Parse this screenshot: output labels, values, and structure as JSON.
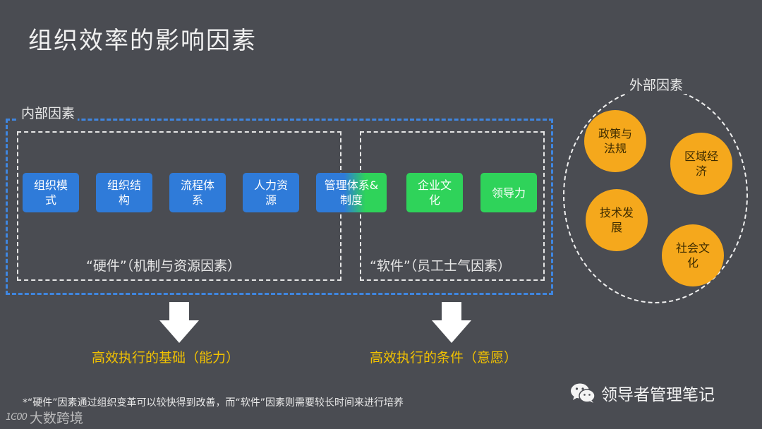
{
  "title": "组织效率的影响因素",
  "internal": {
    "label": "内部因素",
    "hardware": {
      "caption": "“硬件”（机制与资源因素）",
      "items": [
        {
          "line1": "组织模",
          "line2": "式"
        },
        {
          "line1": "组织结",
          "line2": "构"
        },
        {
          "line1": "流程体",
          "line2": "系"
        },
        {
          "line1": "人力资",
          "line2": "源"
        }
      ]
    },
    "shared_item": {
      "line1": "管理体系&",
      "line2": "制度"
    },
    "software": {
      "caption": "“软件”（员工士气因素）",
      "items": [
        {
          "line1": "企业文",
          "line2": "化"
        },
        {
          "line1": "领导力",
          "line2": ""
        }
      ]
    }
  },
  "results": {
    "hardware": "高效执行的基础（能力）",
    "software": "高效执行的条件（意愿）"
  },
  "external": {
    "label": "外部因素",
    "items": [
      {
        "line1": "政策与",
        "line2": "法规"
      },
      {
        "line1": "区域经",
        "line2": "济"
      },
      {
        "line1": "技术发",
        "line2": "展"
      },
      {
        "line1": "社会文",
        "line2": "化"
      }
    ]
  },
  "footnote": "*“硬件”因素通过组织变革可以较快得到改善，而“软件”因素则需要较长时间来进行培养",
  "brand": "领导者管理笔记",
  "watermark": {
    "logo": "1Ͼ00",
    "text": "大数跨境"
  },
  "colors": {
    "background": "#4a4c52",
    "blue_box": "#2f7bd9",
    "green_box": "#2fd35a",
    "orange_circle": "#f5a81c",
    "result_text": "#f2c200",
    "internal_frame": "#3f86e0"
  }
}
